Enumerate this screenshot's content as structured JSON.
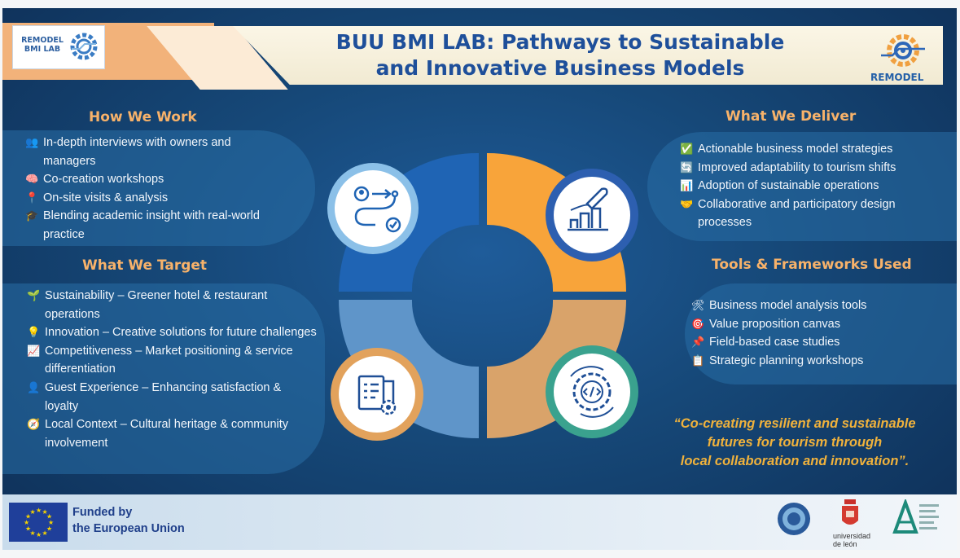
{
  "header": {
    "logo_line1": "REMODEL",
    "logo_line2": "BMI LAB",
    "title_line1": "BUU BMI LAB: Pathways to Sustainable",
    "title_line2": "and Innovative Business Models",
    "brand_label": "REMODEL"
  },
  "how_we_work": {
    "heading": "How We Work",
    "items": [
      {
        "icon": "people-icon",
        "text": "In-depth interviews with owners and managers"
      },
      {
        "icon": "brain-icon",
        "text": "Co-creation workshops"
      },
      {
        "icon": "pin-icon",
        "text": "On-site visits & analysis"
      },
      {
        "icon": "graduation-cap-icon",
        "text": "Blending academic insight with real-world practice"
      }
    ]
  },
  "what_we_target": {
    "heading": "What We Target",
    "items": [
      {
        "icon": "seedling-icon",
        "text": "Sustainability – Greener hotel & restaurant operations"
      },
      {
        "icon": "lightbulb-icon",
        "text": "Innovation – Creative solutions for future challenges"
      },
      {
        "icon": "chart-up-icon",
        "text": "Competitiveness – Market positioning & service differentiation"
      },
      {
        "icon": "person-icon",
        "text": "Guest Experience – Enhancing satisfaction & loyalty"
      },
      {
        "icon": "compass-icon",
        "text": "Local Context – Cultural heritage & community involvement"
      }
    ]
  },
  "what_we_deliver": {
    "heading": "What We Deliver",
    "items": [
      {
        "icon": "check-icon",
        "text": "Actionable business model strategies"
      },
      {
        "icon": "refresh-icon",
        "text": "Improved adaptability to tourism shifts"
      },
      {
        "icon": "bar-chart-icon",
        "text": "Adoption of sustainable operations"
      },
      {
        "icon": "handshake-icon",
        "text": "Collaborative and participatory design processes"
      }
    ]
  },
  "tools": {
    "heading": "Tools & Frameworks Used",
    "items": [
      {
        "icon": "tools-icon",
        "text": "Business model analysis tools"
      },
      {
        "icon": "target-icon",
        "text": "Value proposition canvas"
      },
      {
        "icon": "pushpin-icon",
        "text": "Field-based case studies"
      },
      {
        "icon": "clipboard-icon",
        "text": "Strategic planning workshops"
      }
    ]
  },
  "quote": {
    "line1": "“Co-creating resilient and sustainable",
    "line2": "futures for tourism through",
    "line3": "local collaboration and innovation”."
  },
  "footer": {
    "funded_line1": "Funded by",
    "funded_line2": "the European Union",
    "partner_leon_line1": "universidad",
    "partner_leon_line2": "de león"
  },
  "colors": {
    "background": "#164878",
    "heading": "#f7b26a",
    "title": "#1e4f9a",
    "quote": "#f0b23c",
    "ring_blue": "#1f64b4",
    "ring_orange": "#f8a43a",
    "ring_lightblue": "#5f95c9",
    "ring_tan": "#d9a36a"
  }
}
